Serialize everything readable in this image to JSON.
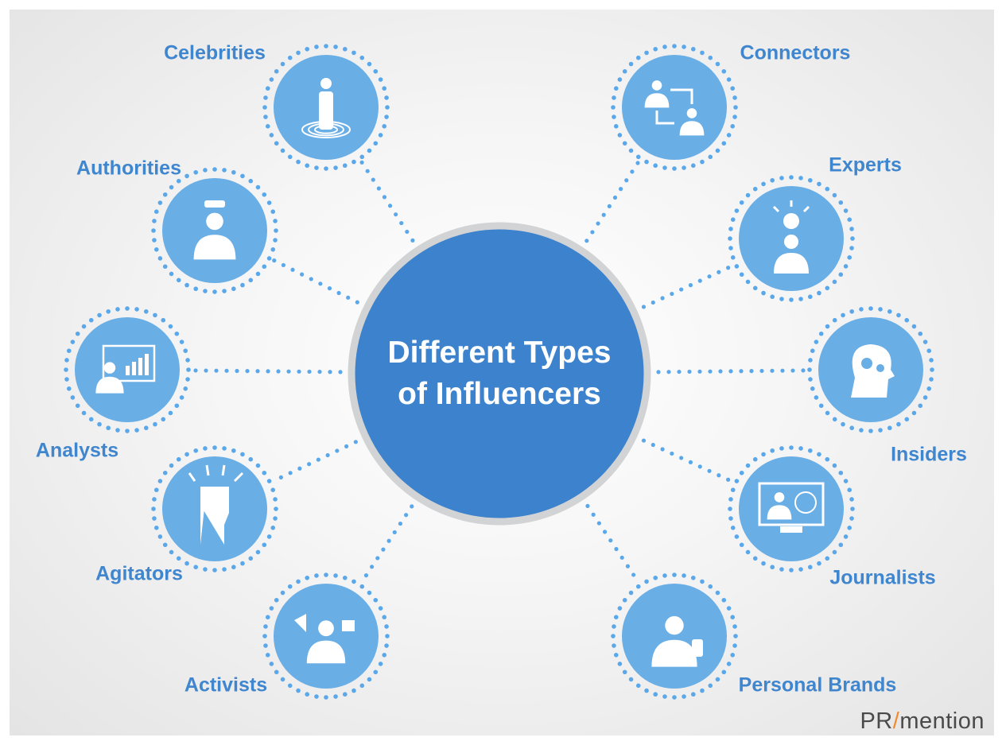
{
  "title_line1": "Different Types",
  "title_line2": "of Influencers",
  "logo": {
    "left": "PR",
    "right": "mention"
  },
  "colors": {
    "center": "#3d82cc",
    "center_border": "#d2d3d5",
    "node": "#6aaee6",
    "dots": "#5aa8ea",
    "label": "#3f86cf"
  },
  "nodes": [
    {
      "label": "Celebrities",
      "icon": "person-ripple-icon"
    },
    {
      "label": "Connectors",
      "icon": "people-exchange-icon"
    },
    {
      "label": "Authorities",
      "icon": "police-officer-icon"
    },
    {
      "label": "Experts",
      "icon": "lightbulb-person-icon"
    },
    {
      "label": "Analysts",
      "icon": "person-chart-icon"
    },
    {
      "label": "Insiders",
      "icon": "head-gears-icon"
    },
    {
      "label": "Agitators",
      "icon": "raised-hand-icon"
    },
    {
      "label": "Journalists",
      "icon": "news-monitor-icon"
    },
    {
      "label": "Activists",
      "icon": "megaphone-person-icon"
    },
    {
      "label": "Personal Brands",
      "icon": "businessman-icon"
    }
  ]
}
